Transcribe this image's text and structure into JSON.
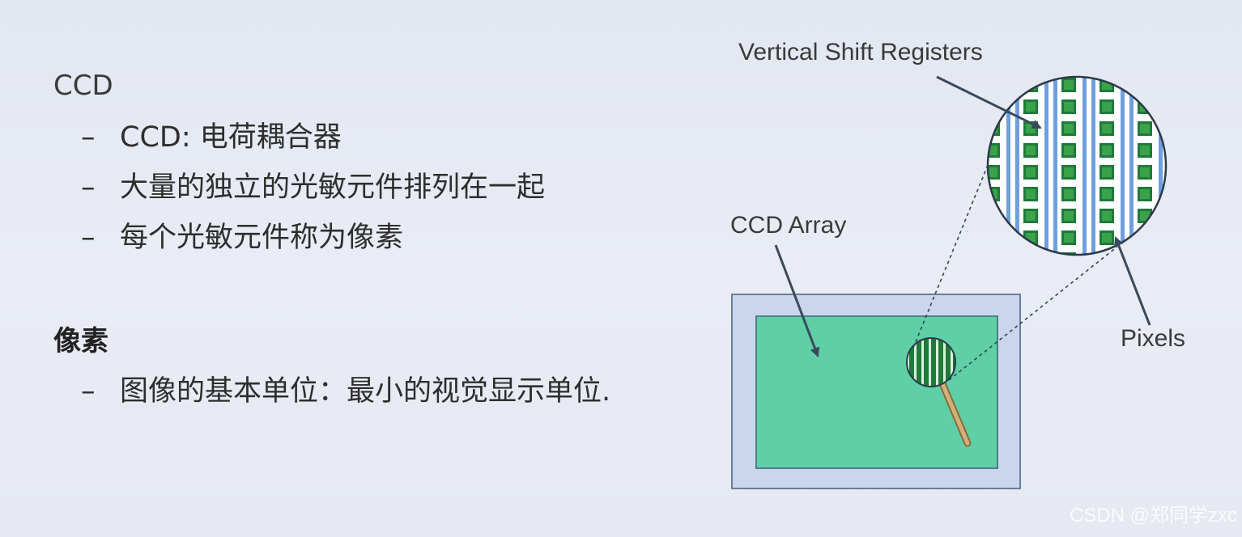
{
  "section1": {
    "title": "CCD",
    "bullets": [
      "CCD: 电荷耦合器",
      "大量的独立的光敏元件排列在一起",
      "每个光敏元件称为像素"
    ]
  },
  "section2": {
    "title": "像素",
    "bullets": [
      "图像的基本单位：最小的视觉显示单位."
    ]
  },
  "bullet_marker": "–",
  "diagram": {
    "label_vertical_shift": "Vertical Shift Registers",
    "label_ccd_array": "CCD Array",
    "label_pixels": "Pixels",
    "colors": {
      "outer_frame": "#c9d6ec",
      "array_fill": "#5fcfa6",
      "pixel_green": "#3aa24a",
      "register_blue": "#6f9fe0",
      "handle": "#c9a06a"
    }
  },
  "watermark": "CSDN @郑同学zxc"
}
